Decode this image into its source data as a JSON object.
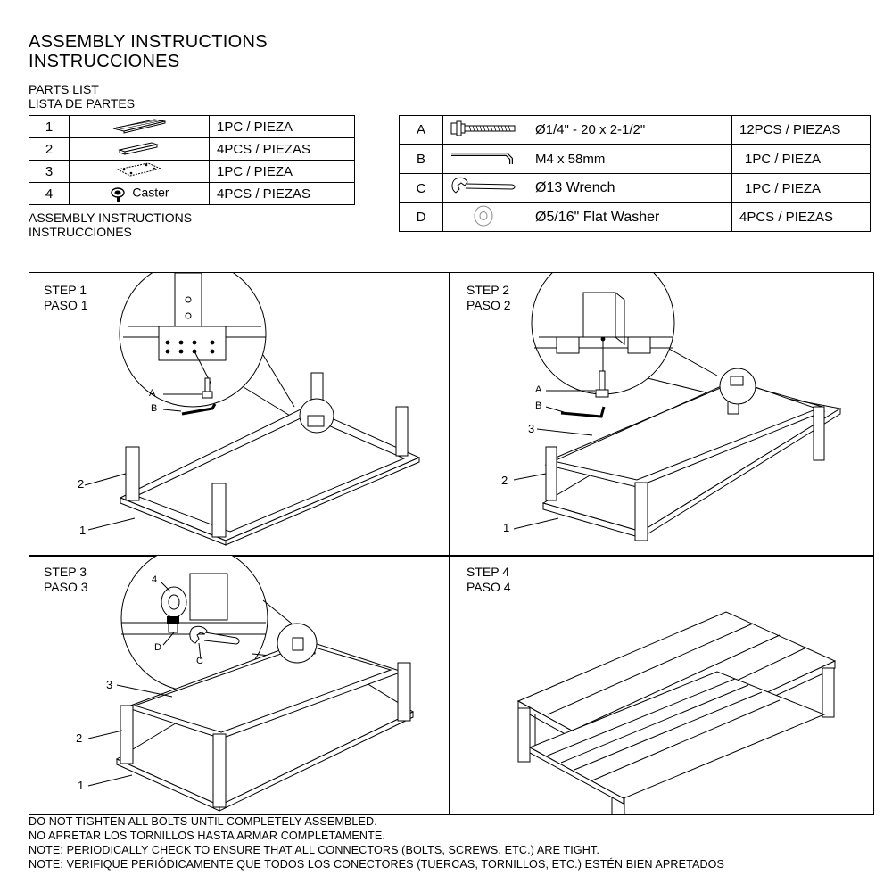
{
  "header": {
    "title_en": "ASSEMBLY INSTRUCTIONS",
    "title_es": "INSTRUCCIONES",
    "parts_list_en": "PARTS LIST",
    "parts_list_es": "LISTA DE PARTES",
    "assembly_en": "ASSEMBLY INSTRUCTIONS",
    "assembly_es": "INSTRUCCIONES"
  },
  "parts": [
    {
      "num": "1",
      "qty": "1PC / PIEZA",
      "icon": "tabletop-icon"
    },
    {
      "num": "2",
      "qty": "4PCS / PIEZAS",
      "icon": "leg-icon"
    },
    {
      "num": "3",
      "qty": "1PC / PIEZA",
      "icon": "shelf-panel-icon"
    },
    {
      "num": "4",
      "label": "Caster",
      "qty": "4PCS / PIEZAS",
      "icon": "caster-icon"
    }
  ],
  "hardware": [
    {
      "letter": "A",
      "desc": "Ø1/4\" - 20 x 2-1/2\"",
      "qty": "12PCS / PIEZAS",
      "icon": "bolt-icon"
    },
    {
      "letter": "B",
      "desc": "M4 x 58mm",
      "qty": "1PC / PIEZA",
      "icon": "allen-key-icon"
    },
    {
      "letter": "C",
      "desc": "Ø13  Wrench",
      "qty": "1PC / PIEZA",
      "icon": "wrench-icon"
    },
    {
      "letter": "D",
      "desc": "Ø5/16\" Flat Washer",
      "qty": "4PCS / PIEZAS",
      "icon": "washer-icon"
    }
  ],
  "steps": [
    {
      "en": "STEP 1",
      "es": "PASO 1",
      "callouts": [
        "A",
        "B",
        "2",
        "1"
      ]
    },
    {
      "en": "STEP 2",
      "es": "PASO 2",
      "callouts": [
        "A",
        "B",
        "3",
        "2",
        "1"
      ]
    },
    {
      "en": "STEP 3",
      "es": "PASO 3",
      "callouts": [
        "4",
        "D",
        "C",
        "3",
        "2",
        "1"
      ]
    },
    {
      "en": "STEP 4",
      "es": "PASO 4",
      "callouts": []
    }
  ],
  "notes": [
    "DO NOT TIGHTEN ALL BOLTS UNTIL COMPLETELY ASSEMBLED.",
    "NO APRETAR LOS TORNILLOS HASTA ARMAR COMPLETAMENTE.",
    "NOTE: PERIODICALLY CHECK TO ENSURE THAT ALL CONNECTORS (BOLTS, SCREWS, ETC.) ARE TIGHT.",
    "NOTE: VERIFIQUE PERIÓDICAMENTE QUE TODOS LOS CONECTORES (TUERCAS, TORNILLOS, ETC.) ESTÉN BIEN APRETADOS"
  ]
}
